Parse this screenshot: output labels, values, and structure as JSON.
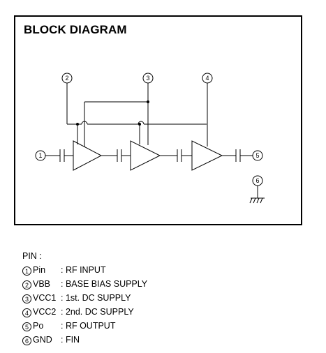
{
  "diagram": {
    "title": "BLOCK DIAGRAM",
    "pin_markers": [
      "1",
      "2",
      "3",
      "4",
      "5",
      "6"
    ]
  },
  "legend": {
    "heading": "PIN :",
    "items": [
      {
        "num": "1",
        "symbol": "Pin",
        "desc": ": RF  INPUT"
      },
      {
        "num": "2",
        "symbol": "VBB",
        "desc": ": BASE  BIAS  SUPPLY"
      },
      {
        "num": "3",
        "symbol": "VCC1",
        "desc": ": 1st.  DC  SUPPLY"
      },
      {
        "num": "4",
        "symbol": "VCC2",
        "desc": ": 2nd.  DC  SUPPLY"
      },
      {
        "num": "5",
        "symbol": "Po",
        "desc": ": RF  OUTPUT"
      },
      {
        "num": "6",
        "symbol": "GND",
        "desc": ": FIN"
      }
    ]
  }
}
